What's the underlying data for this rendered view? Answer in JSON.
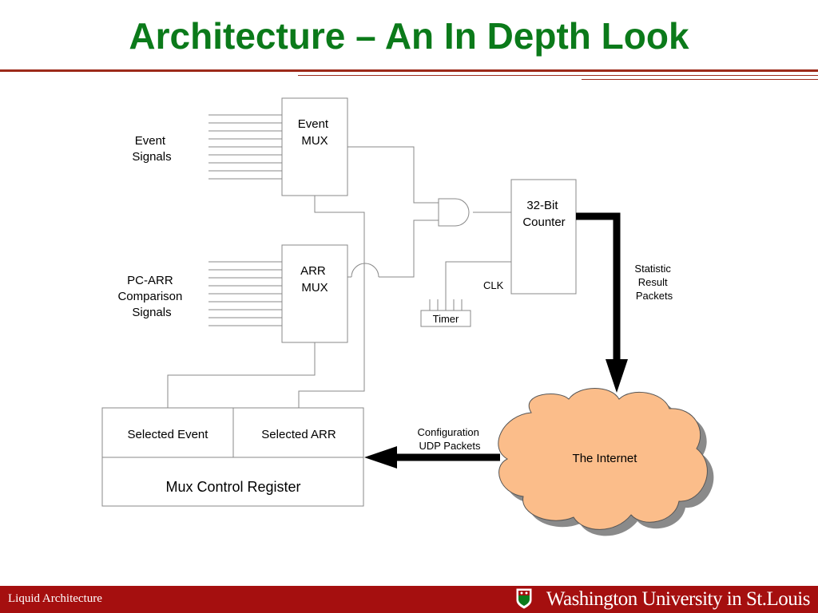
{
  "slide": {
    "title": "Architecture – An In Depth Look"
  },
  "diagram": {
    "event_signals_label": [
      "Event",
      "Signals"
    ],
    "pc_arr_label": [
      "PC-ARR",
      "Comparison",
      "Signals"
    ],
    "event_mux": [
      "Event",
      "MUX"
    ],
    "arr_mux": [
      "ARR",
      "MUX"
    ],
    "counter": [
      "32-Bit",
      "Counter"
    ],
    "clk": "CLK",
    "timer": "Timer",
    "statistic_label": [
      "Statistic",
      "Result",
      "Packets"
    ],
    "config_label": [
      "Configuration",
      "UDP Packets"
    ],
    "internet": "The Internet",
    "selected_event": "Selected Event",
    "selected_arr": "Selected ARR",
    "mux_control_register": "Mux Control Register"
  },
  "footer": {
    "left": "Liquid Architecture",
    "right": "Washington University in St.Louis"
  },
  "colors": {
    "title": "#0b7a1a",
    "rule": "#9c2a1a",
    "footer_bg": "#a50f0f",
    "cloud_fill": "#fbbd8a",
    "cloud_shadow": "#8a8a8a"
  }
}
